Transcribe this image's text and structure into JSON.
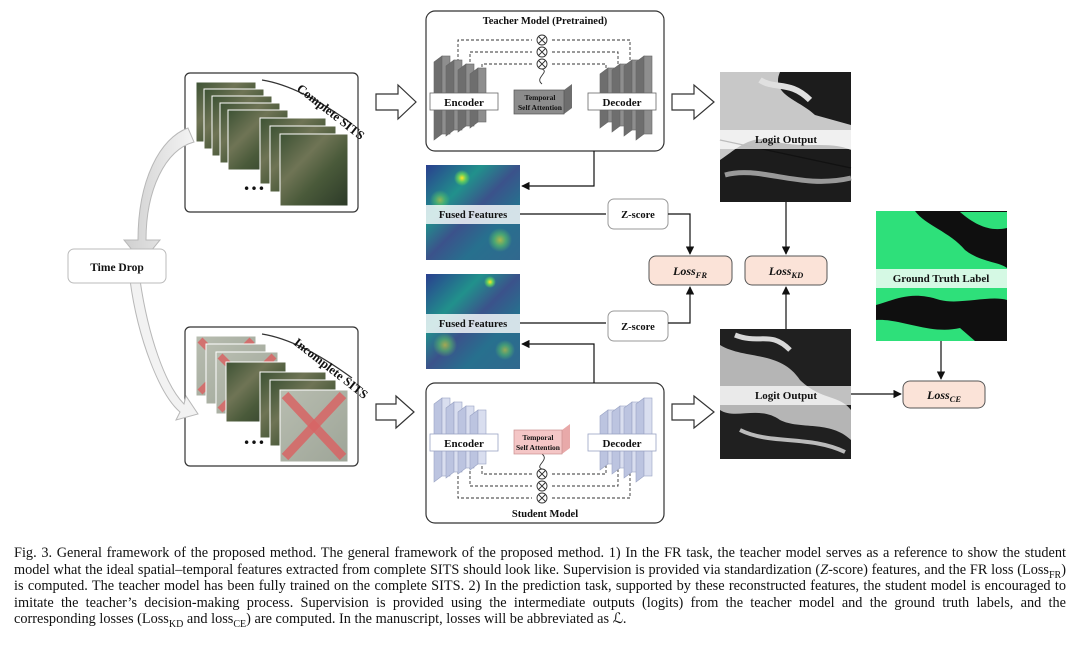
{
  "figure": {
    "teacher_title": "Teacher Model (Pretrained)",
    "student_title": "Student Model",
    "encoder_label": "Encoder",
    "decoder_label": "Decoder",
    "attention_line1": "Temporal",
    "attention_line2": "Self Attention",
    "complete_sits": "Complete SITS",
    "incomplete_sits": "Incomplete SITS",
    "ellipsis": "…",
    "time_drop": "Time Drop",
    "fused_features": "Fused Features",
    "zscore": "Z-score",
    "logit_output": "Logit Output",
    "ground_truth": "Ground Truth Label",
    "loss_base": "Loss",
    "loss_fr_sub": "FR",
    "loss_kd_sub": "KD",
    "loss_ce_sub": "CE"
  },
  "caption": {
    "part1": "Fig. 3.  General framework of the proposed method. The general framework of the proposed method. 1) In the FR task, the teacher model serves as a reference to show the student model what the ideal spatial–temporal features extracted from complete SITS should look like. Supervision is provided via standardization (",
    "z_italic": "Z",
    "part2": "-score) features, and the FR loss (Loss",
    "sub_fr": "FR",
    "part3": ") is computed. The teacher model has been fully trained on the complete SITS. 2) In the prediction task, supported by these reconstructed features, the student model is encouraged to imitate the teacher’s decision-making process. Supervision is provided using the intermediate outputs (logits) from the teacher model and the ground truth labels, and the corresponding losses (Loss",
    "sub_kd": "KD",
    "part4": " and loss",
    "sub_ce": "CE",
    "part5": ") are computed. In the manuscript, losses will be abbreviated as ",
    "script_l": "ℒ",
    "part6": "."
  },
  "colors": {
    "loss_fill": "#fbe3d8",
    "gt_green": "#2ee07a",
    "attention_teacher": "#8c8c8c",
    "attention_student": "#f4c6c6",
    "student_block": "#d6dcf0"
  }
}
